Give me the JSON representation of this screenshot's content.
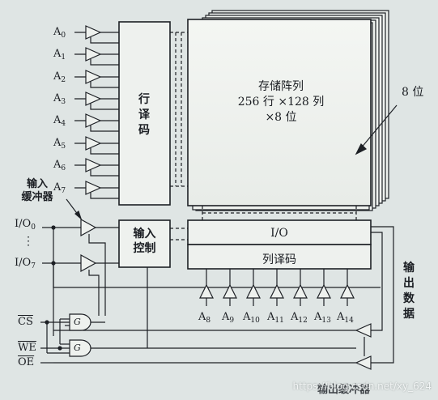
{
  "row_address_labels": [
    {
      "base": "A",
      "sub": "0"
    },
    {
      "base": "A",
      "sub": "1"
    },
    {
      "base": "A",
      "sub": "2"
    },
    {
      "base": "A",
      "sub": "3"
    },
    {
      "base": "A",
      "sub": "4"
    },
    {
      "base": "A",
      "sub": "5"
    },
    {
      "base": "A",
      "sub": "6"
    },
    {
      "base": "A",
      "sub": "7"
    }
  ],
  "col_address_labels": [
    {
      "base": "A",
      "sub": "8"
    },
    {
      "base": "A",
      "sub": "9"
    },
    {
      "base": "A",
      "sub": "10"
    },
    {
      "base": "A",
      "sub": "11"
    },
    {
      "base": "A",
      "sub": "12"
    },
    {
      "base": "A",
      "sub": "13"
    },
    {
      "base": "A",
      "sub": "14"
    }
  ],
  "row_decoder": [
    "行",
    "译",
    "码"
  ],
  "memory_array": {
    "line1": "存储阵列",
    "line2": "256 行 ×128 列",
    "line3": "×8 位"
  },
  "depth_label": "8 位",
  "input_buffer_label": [
    "输入",
    "缓冲器"
  ],
  "io_labels": {
    "io0": "I/O",
    "io0_sub": "0",
    "dots": "⋮",
    "io7": "I/O",
    "io7_sub": "7"
  },
  "input_control": [
    "输入",
    "控制"
  ],
  "io_block": "I/O",
  "col_decoder": "列译码",
  "output_data": [
    "输",
    "出",
    "数",
    "据"
  ],
  "control_signals": {
    "cs": "CS",
    "we": "WE",
    "oe": "OE"
  },
  "gate_labels": [
    "G",
    "G"
  ],
  "bottom_title": "输出缓冲器",
  "watermark": "https://blog.csdn.net/xy_624"
}
